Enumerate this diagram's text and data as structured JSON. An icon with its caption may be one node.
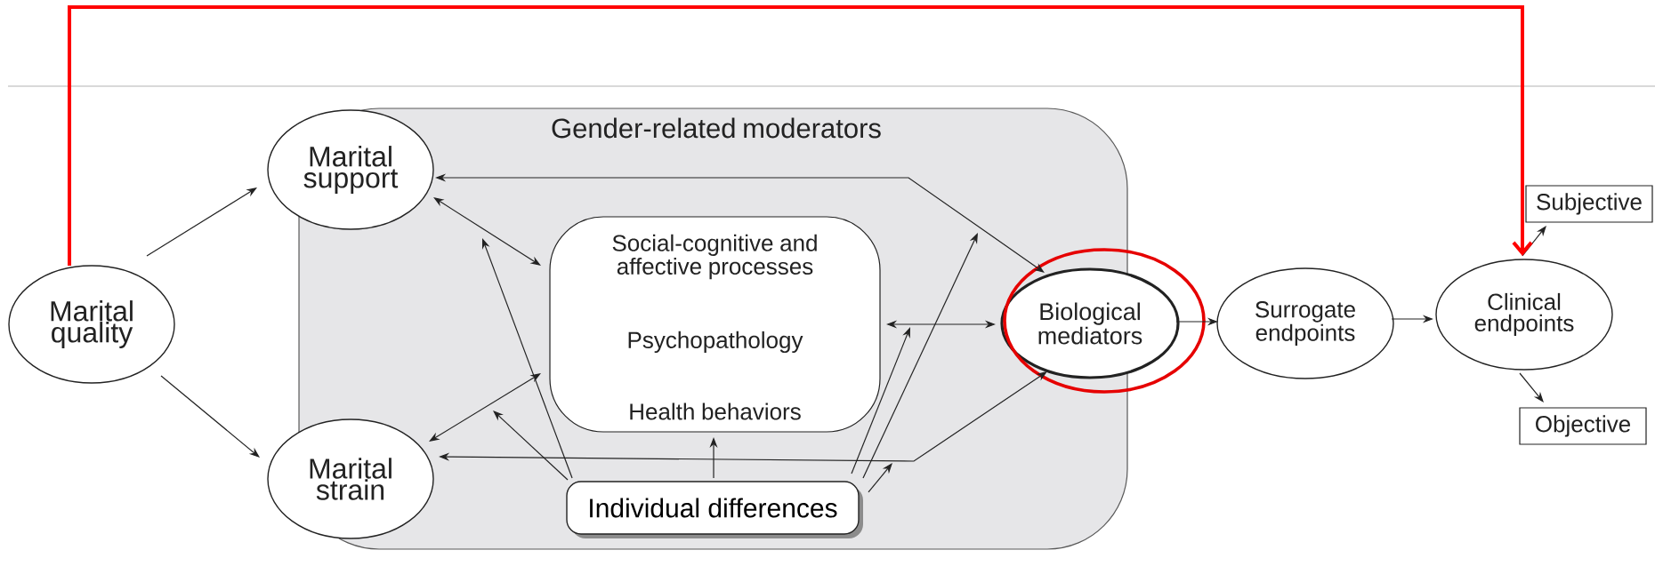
{
  "diagram": {
    "nodes": [
      {
        "text": [
          "Gender-related moderators"
        ]
      },
      {
        "text": [
          "Marital quality"
        ]
      },
      {
        "text": [
          "Marital support"
        ]
      },
      {
        "text": [
          "Marital strain"
        ]
      },
      {
        "text": [
          "Social-cognitive and affective processes",
          "Psychopathology",
          "Health behaviors"
        ],
        "in": 0
      },
      {
        "text": [
          "Individual differences"
        ],
        "in": 0
      },
      {
        "text": [
          "Biological mediators"
        ]
      },
      {
        "text": [
          "Surrogate endpoints"
        ]
      },
      {
        "text": [
          "Clinical endpoints"
        ]
      },
      {
        "text": [
          "Subjective"
        ]
      },
      {
        "text": [
          "Objective"
        ]
      }
    ],
    "edges": [
      {
        "from": 1,
        "to": 2,
        "arrow": "to"
      },
      {
        "from": 1,
        "to": 3,
        "arrow": "to"
      },
      {
        "from": 2,
        "to": 4,
        "arrow": "both"
      },
      {
        "from": 3,
        "to": 4,
        "arrow": "both"
      },
      {
        "from": 5,
        "to": null,
        "arrow": "to"
      },
      {
        "from": 5,
        "to": null,
        "arrow": "to"
      },
      {
        "from": 5,
        "to": 4,
        "arrow": "to"
      },
      {
        "from": 5,
        "to": null,
        "arrow": "to"
      },
      {
        "from": 5,
        "to": null,
        "arrow": "to"
      },
      {
        "from": 5,
        "to": null,
        "arrow": "to"
      },
      {
        "from": 6,
        "to": 2,
        "arrow": "both"
      },
      {
        "from": 6,
        "to": 3,
        "arrow": "both"
      },
      {
        "from": 4,
        "to": 6,
        "arrow": "both"
      },
      {
        "from": 6,
        "to": 7,
        "arrow": "to"
      },
      {
        "from": 7,
        "to": 8,
        "arrow": "to"
      },
      {
        "from": 8,
        "to": 9,
        "arrow": "to"
      },
      {
        "from": 8,
        "to": 10,
        "arrow": "to"
      },
      {
        "from": 1,
        "to": 8,
        "arrow": "to",
        "style": "thick",
        "color": "#ff0000"
      }
    ]
  }
}
